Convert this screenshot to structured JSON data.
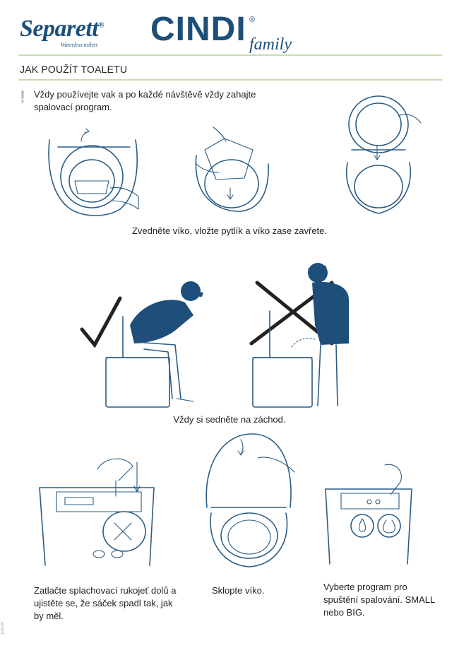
{
  "brand": {
    "separett_name": "Separett",
    "separett_tagline": "Waterless toilets",
    "cindi_name": "CINDI",
    "cindi_family": "family",
    "registered_mark": "®",
    "brand_color": "#1d4f7a",
    "rule_color": "#c7dbb4"
  },
  "section": {
    "title": "JAK POUŽÍT TOALETU"
  },
  "warning": {
    "icon": "exclamation-icon",
    "mark": "!",
    "text": "Vždy používejte vak a po každé návštěvě vždy zahajte spalovací program."
  },
  "steps": {
    "bag_caption": "Zvedněte víko, vložte pytlík a víko zase zavřete.",
    "sit_caption": "Vždy si sedněte na záchod.",
    "flush_caption": "Zatlačte splachovací rukojeť dolů a ujistěte se, že sáček spadl tak, jak by měl.",
    "lid_caption": "Sklopte víko.",
    "program_caption": "Vyberte program pro spuštění spalování. SMALL nebo BIG."
  },
  "footer": {
    "doc_code": "1158-20"
  }
}
